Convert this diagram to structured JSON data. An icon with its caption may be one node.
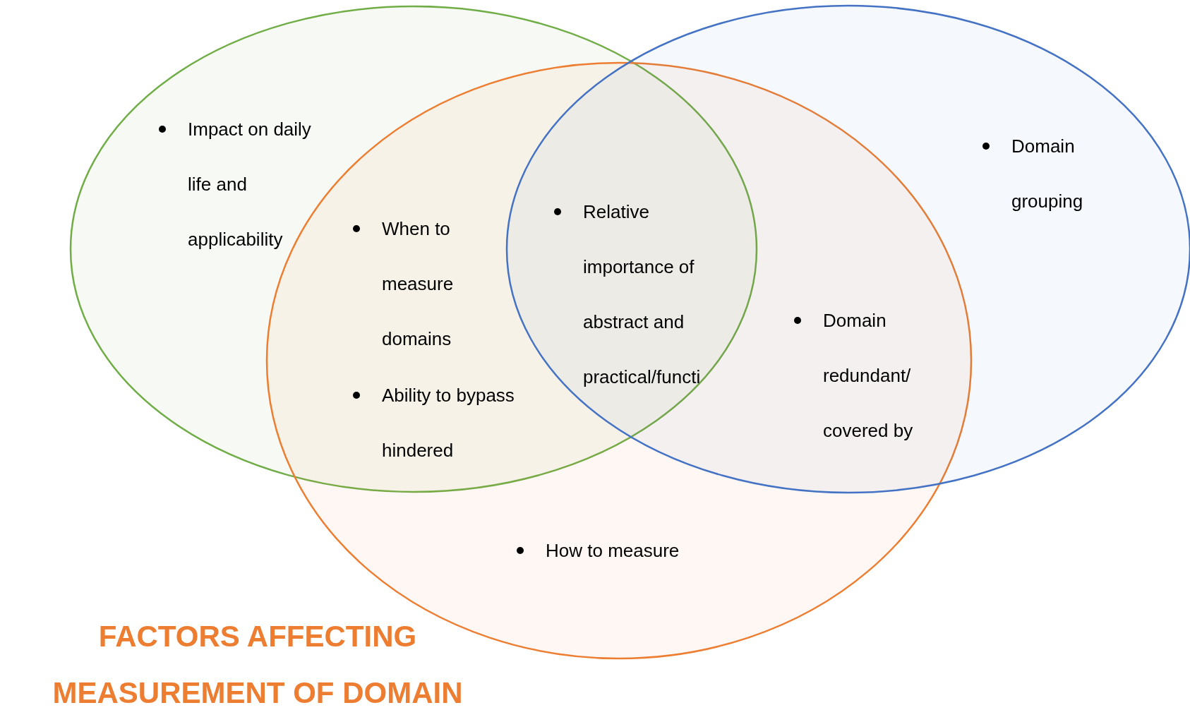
{
  "diagram": {
    "title": "FACTORS AFFECTING MEASUREMENT OF DOMAIN",
    "nodes": [
      {
        "text": [],
        "shape": "ellipse"
      },
      {
        "text": [],
        "shape": "ellipse"
      },
      {
        "text": [],
        "shape": "ellipse"
      }
    ],
    "labels": [
      "Impact on daily life and applicability",
      "Domain grouping",
      "When to measure domains",
      "Relative importance of abstract and practical/functi",
      "Domain redundant/ covered by",
      "Ability to bypass hindered",
      "How to measure"
    ]
  }
}
